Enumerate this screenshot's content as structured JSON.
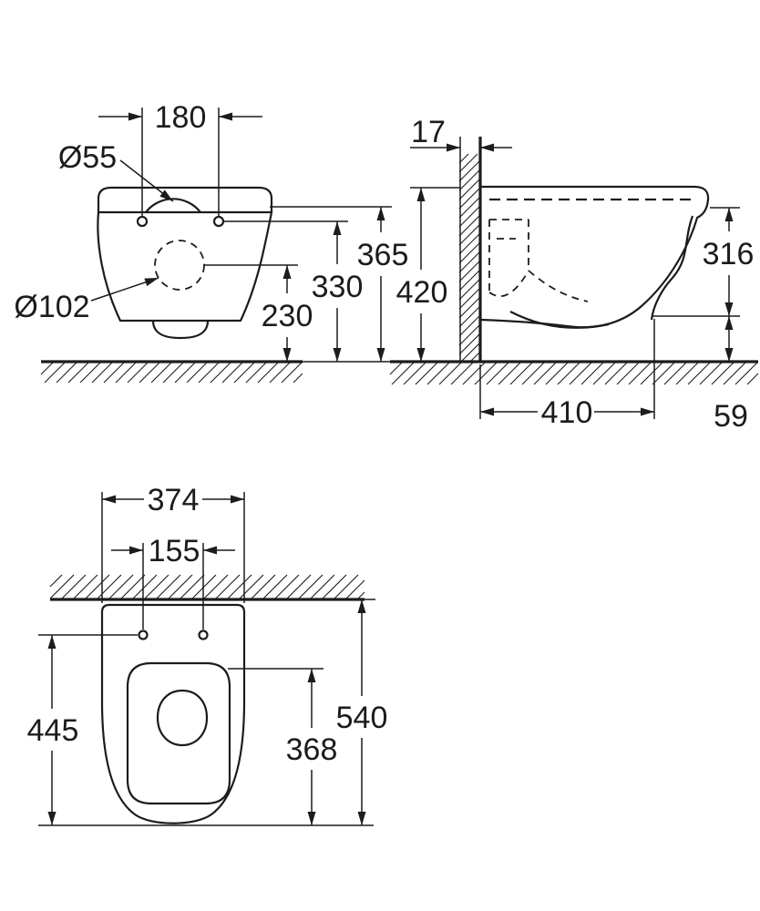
{
  "drawing": {
    "views": {
      "front": {
        "labels": {
          "hole_spacing": "180",
          "top_hole_diameter": "Ø55",
          "outlet_diameter": "Ø102",
          "height_top_edge": "365",
          "height_fixing_holes": "330",
          "height_outlet": "230"
        }
      },
      "side": {
        "labels": {
          "wall_thickness": "17",
          "height_overall": "420",
          "front_height": "316",
          "depth_bottom": "410",
          "bottom_offset": "59"
        }
      },
      "plan": {
        "labels": {
          "outer_width": "374",
          "fixing_hole_spacing": "155",
          "length_from_holes": "445",
          "inner_length": "368",
          "overall_depth": "540"
        }
      }
    }
  }
}
